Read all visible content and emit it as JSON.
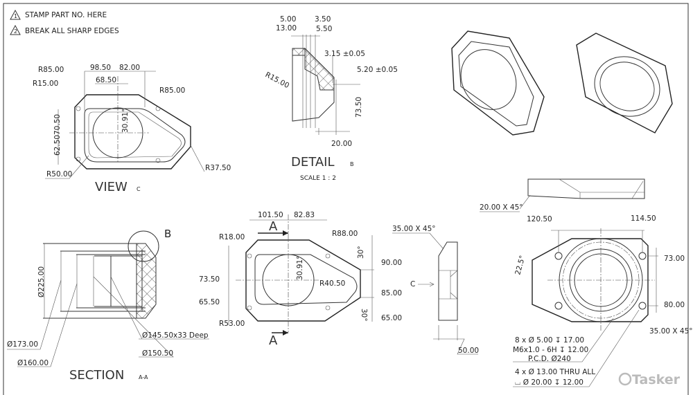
{
  "notes": [
    {
      "num": "1",
      "text": "STAMP PART NO. HERE"
    },
    {
      "num": "2",
      "text": "BREAK ALL SHARP EDGES"
    }
  ],
  "view_c": {
    "title": "VIEW",
    "suffix": "C",
    "dims": [
      "R85.00",
      "R15.00",
      "98.50",
      "82.00",
      "68.50",
      "R85.00",
      "70.50",
      "62.50",
      "30.91°",
      "R50.00",
      "R37.50"
    ]
  },
  "detail_b": {
    "title": "DETAIL",
    "suffix": "B",
    "scale": "SCALE 1 : 2",
    "dims": [
      "5.00",
      "3.50",
      "13.00",
      "5.50",
      "3.15 ±0.05",
      "5.20 ±0.05",
      "R15.00",
      "73.50",
      "20.00"
    ]
  },
  "top_side_view": {
    "chamfer": "20.00 X 45°"
  },
  "front_view": {
    "section_marks": [
      "A",
      "A"
    ],
    "dims": [
      "101.50",
      "82.83",
      "R18.00",
      "R88.00",
      "30°",
      "90.00",
      "85.00",
      "65.00",
      "R40.50",
      "30.91°",
      "73.50",
      "65.50",
      "R53.00",
      "30°"
    ]
  },
  "side_view": {
    "chamfer": "35.00 X 45°",
    "view_arrow": "C",
    "width": "50.00"
  },
  "right_view": {
    "dims": [
      "120.50",
      "114.50",
      "22.5°",
      "73.00",
      "80.00",
      "35.00 X 45°"
    ],
    "callouts": [
      "8 x Ø 5.00 ↧ 17.00",
      "M6x1.0 - 6H ↧ 12.00",
      "P.C.D. Ø240",
      "4 x Ø 13.00 THRU ALL",
      "⌴ Ø 20.00 ↧ 12.00"
    ]
  },
  "section_aa": {
    "title": "SECTION",
    "suffix": "A-A",
    "detail_label": "B",
    "dims": [
      "Ø225.00",
      "Ø173.00",
      "Ø160.00",
      "Ø145.50x33 Deep",
      "Ø150.50"
    ]
  },
  "watermark": "Tasker"
}
